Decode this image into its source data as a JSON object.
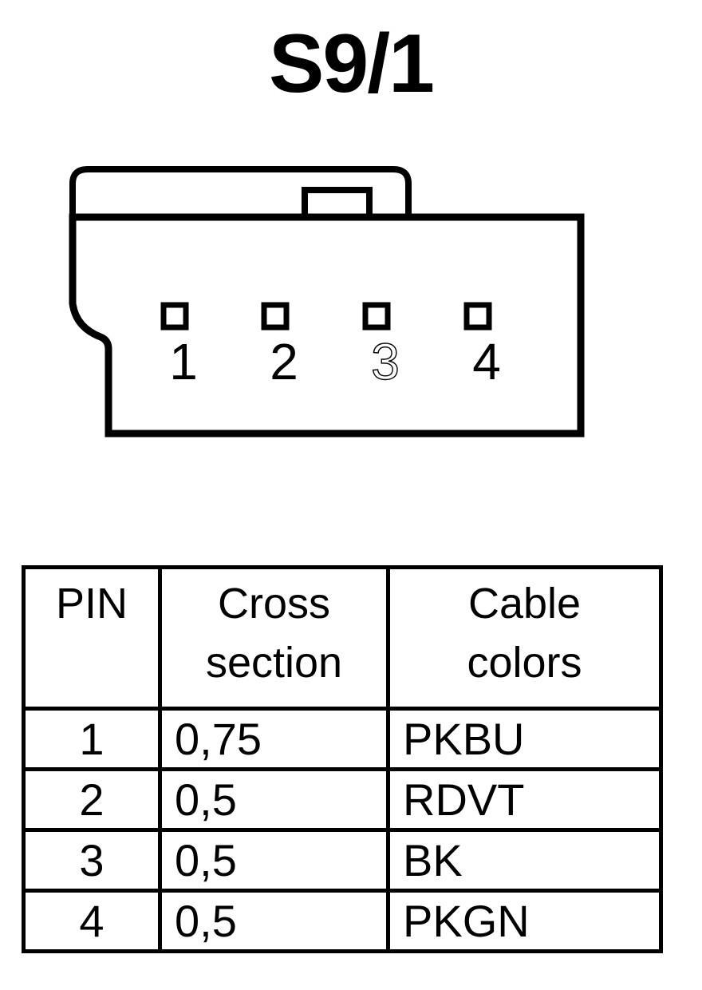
{
  "title": "S9/1",
  "colors": {
    "ink": "#000000",
    "background": "#ffffff",
    "pin_label_inactive": "#000000"
  },
  "connector": {
    "name": "connector-body",
    "pin_count": 4,
    "pins": [
      {
        "number": "1",
        "style": "solid"
      },
      {
        "number": "2",
        "style": "solid"
      },
      {
        "number": "3",
        "style": "outline"
      },
      {
        "number": "4",
        "style": "solid"
      }
    ]
  },
  "table": {
    "headers": {
      "pin": "PIN",
      "cross_section": "Cross\nsection",
      "cable_colors": "Cable\ncolors"
    },
    "rows": [
      {
        "pin": "1",
        "cross_section": "0,75",
        "cable_colors": "PKBU"
      },
      {
        "pin": "2",
        "cross_section": "0,5",
        "cable_colors": "RDVT"
      },
      {
        "pin": "3",
        "cross_section": "0,5",
        "cable_colors": "BK"
      },
      {
        "pin": "4",
        "cross_section": "0,5",
        "cable_colors": "PKGN"
      }
    ]
  }
}
